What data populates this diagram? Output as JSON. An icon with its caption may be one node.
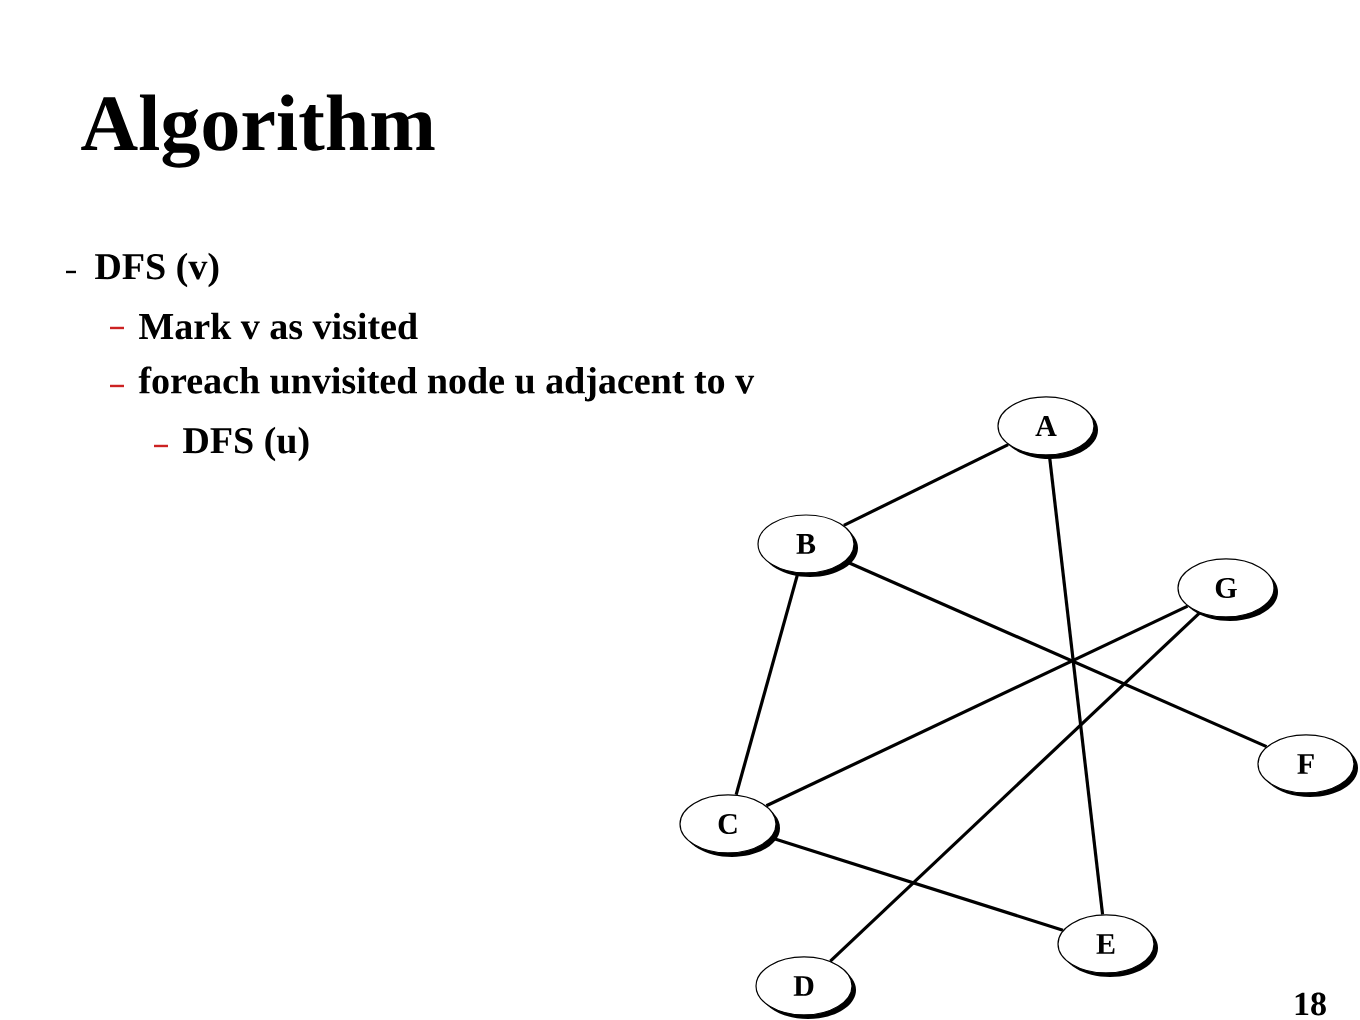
{
  "diagram": {
    "title": "Algorithm",
    "nodes": [
      {
        "text": [
          "A"
        ]
      },
      {
        "text": [
          "B"
        ]
      },
      {
        "text": [
          "G"
        ]
      },
      {
        "text": [
          "F"
        ]
      },
      {
        "text": [
          "C"
        ]
      },
      {
        "text": [
          "E"
        ]
      },
      {
        "text": [
          "D"
        ]
      }
    ],
    "edges": [
      {
        "from": 0,
        "to": 1,
        "arrow": "none"
      },
      {
        "from": 0,
        "to": 5,
        "arrow": "none"
      },
      {
        "from": 1,
        "to": 4,
        "arrow": "none"
      },
      {
        "from": 1,
        "to": 3,
        "arrow": "none"
      },
      {
        "from": 4,
        "to": 2,
        "arrow": "none"
      },
      {
        "from": 4,
        "to": 5,
        "arrow": "none"
      },
      {
        "from": 6,
        "to": 2,
        "arrow": "none"
      }
    ],
    "labels": [
      "DFS (v)",
      "Mark v as visited",
      "foreach unvisited node u adjacent to v",
      "DFS (u)",
      "18"
    ]
  }
}
